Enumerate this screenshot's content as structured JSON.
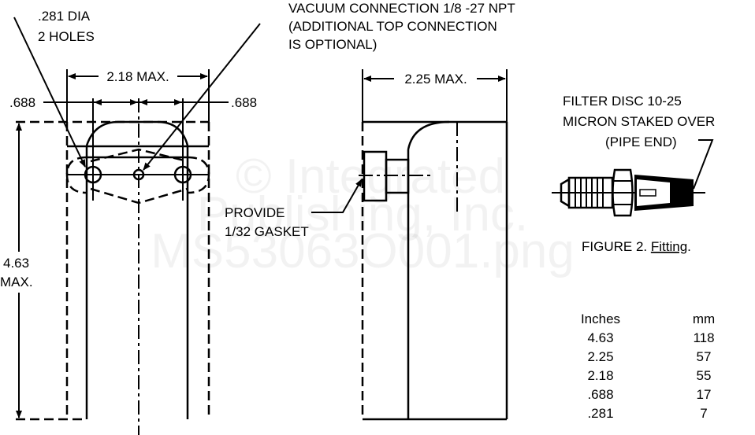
{
  "watermark": {
    "line1": "© Integrated",
    "line2": "Publishing, Inc.",
    "line3": "MS53063O001.png"
  },
  "front_view": {
    "hole_label_1": ".281 DIA",
    "hole_label_2": "2 HOLES",
    "vacuum_label_1": "VACUUM CONNECTION 1/8 -27 NPT",
    "vacuum_label_2": "(ADDITIONAL TOP CONNECTION",
    "vacuum_label_3": "IS OPTIONAL)",
    "width_dim": "2.18 MAX.",
    "spacing_left": ".688",
    "spacing_right": ".688",
    "height_dim_1": "4.63",
    "height_dim_2": "MAX."
  },
  "side_view": {
    "width_dim": "2.25 MAX.",
    "gasket_label_1": "PROVIDE",
    "gasket_label_2": "1/32 GASKET"
  },
  "figure2": {
    "note_1": "FILTER DISC 10-25",
    "note_2": "MICRON  STAKED OVER",
    "note_3": "(PIPE END)",
    "caption_prefix": "FIGURE 2.",
    "caption_title": "Fitting",
    "caption_end": "."
  },
  "conversion_table": {
    "headers": [
      "Inches",
      "mm"
    ],
    "rows": [
      [
        "4.63",
        "118"
      ],
      [
        "2.25",
        "57"
      ],
      [
        "2.18",
        "55"
      ],
      [
        ".688",
        "17"
      ],
      [
        ".281",
        "7"
      ]
    ]
  }
}
